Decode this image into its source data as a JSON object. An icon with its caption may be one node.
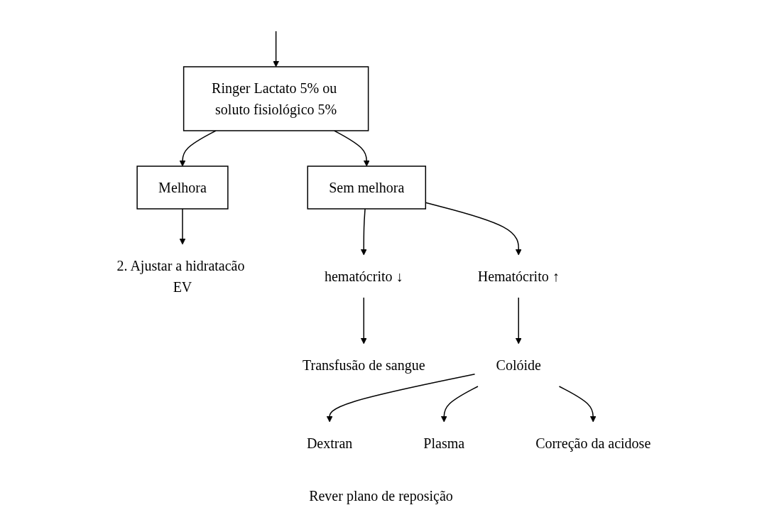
{
  "diagram": {
    "nodes": [
      {
        "text": [
          "Ringer Lactato 5% ou soluto fisiológico 5%"
        ]
      },
      {
        "text": [
          "Melhora"
        ]
      },
      {
        "text": [
          "Sem melhora"
        ]
      },
      {
        "text": [
          "2. Ajustar a hidratacão EV"
        ]
      },
      {
        "text": [
          "hematócrito ↓"
        ]
      },
      {
        "text": [
          "Hematócrito ↑"
        ]
      },
      {
        "text": [
          "Transfusão de sangue"
        ]
      },
      {
        "text": [
          "Colóide"
        ]
      },
      {
        "text": [
          "Dextran"
        ]
      },
      {
        "text": [
          "Plasma"
        ]
      },
      {
        "text": [
          "Correção da acidose"
        ]
      }
    ],
    "edges": [
      {
        "from": null,
        "to": 0,
        "arrow": "to"
      },
      {
        "from": 0,
        "to": 1,
        "arrow": "to"
      },
      {
        "from": 0,
        "to": 2,
        "arrow": "to"
      },
      {
        "from": 1,
        "to": 3,
        "arrow": "to"
      },
      {
        "from": 2,
        "to": 4,
        "arrow": "to"
      },
      {
        "from": 2,
        "to": 5,
        "arrow": "to"
      },
      {
        "from": 4,
        "to": 6,
        "arrow": "to"
      },
      {
        "from": 5,
        "to": 7,
        "arrow": "to"
      },
      {
        "from": 7,
        "to": 8,
        "arrow": "to"
      },
      {
        "from": 7,
        "to": 9,
        "arrow": "to"
      },
      {
        "from": 7,
        "to": 10,
        "arrow": "to"
      }
    ],
    "labels": [
      "Rever plano de reposição"
    ]
  }
}
